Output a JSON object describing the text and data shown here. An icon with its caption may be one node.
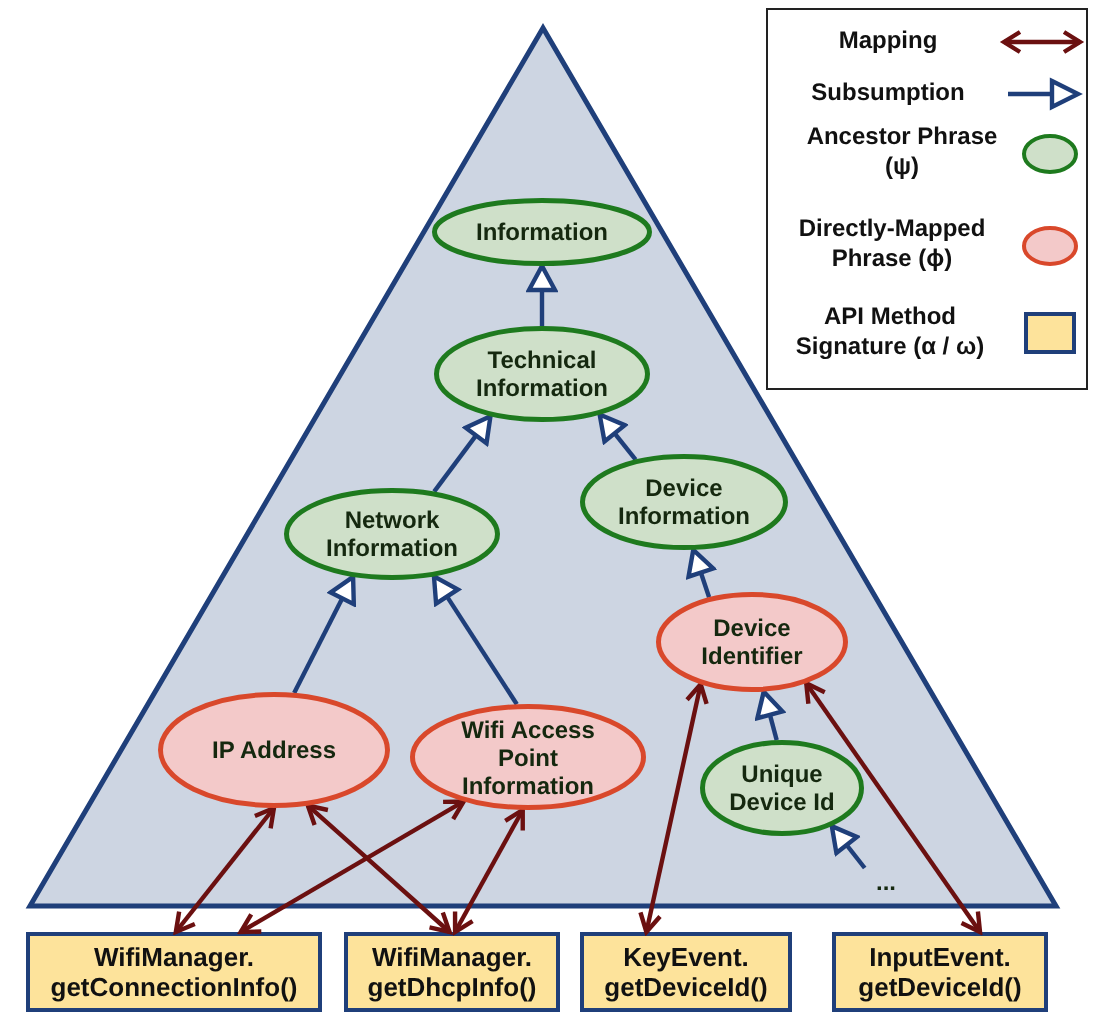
{
  "diagram": {
    "nodes": [
      {
        "text": [],
        "shape": "triangle"
      },
      {
        "text": [
          "Information"
        ],
        "in": 0
      },
      {
        "text": [
          "Technical Information"
        ],
        "in": 0
      },
      {
        "text": [
          "Network Information"
        ],
        "in": 0
      },
      {
        "text": [
          "Device Information"
        ],
        "in": 0
      },
      {
        "text": [
          "Device Identifier"
        ],
        "in": 0
      },
      {
        "text": [
          "IP Address"
        ],
        "in": 0
      },
      {
        "text": [
          "Wifi Access Point Information"
        ],
        "in": 0
      },
      {
        "text": [
          "Unique Device Id"
        ],
        "in": 0
      },
      {
        "text": [
          "..."
        ],
        "in": 0
      },
      {
        "text": [
          "WifiManager. getConnectionInfo()"
        ]
      },
      {
        "text": [
          "WifiManager. getDhcpInfo()"
        ]
      },
      {
        "text": [
          "KeyEvent. getDeviceId()"
        ]
      },
      {
        "text": [
          "InputEvent. getDeviceId()"
        ]
      }
    ],
    "edges": [
      {
        "from": 2,
        "to": 1,
        "arrow": "to"
      },
      {
        "from": 3,
        "to": 2,
        "arrow": "to"
      },
      {
        "from": 4,
        "to": 2,
        "arrow": "to"
      },
      {
        "from": 6,
        "to": 3,
        "arrow": "to"
      },
      {
        "from": 7,
        "to": 3,
        "arrow": "to"
      },
      {
        "from": 5,
        "to": 4,
        "arrow": "to"
      },
      {
        "from": 8,
        "to": 5,
        "arrow": "to"
      },
      {
        "from": 9,
        "to": 8,
        "arrow": "to"
      },
      {
        "from": 6,
        "to": 10,
        "arrow": "both",
        "color": "#6b1010"
      },
      {
        "from": 6,
        "to": 11,
        "arrow": "both",
        "color": "#6b1010"
      },
      {
        "from": 7,
        "to": 10,
        "arrow": "both",
        "color": "#6b1010"
      },
      {
        "from": 7,
        "to": 11,
        "arrow": "both",
        "color": "#6b1010"
      },
      {
        "from": 5,
        "to": 12,
        "arrow": "both",
        "color": "#6b1010"
      },
      {
        "from": 5,
        "to": 13,
        "arrow": "both",
        "color": "#6b1010"
      }
    ],
    "legend": [
      {
        "text": "Mapping"
      },
      {
        "text": "Subsumption"
      },
      {
        "text": "Ancestor Phrase (ψ)",
        "color": "#cfe0c9"
      },
      {
        "text": "Directly-Mapped Phrase (ϕ)",
        "color": "#f3c9c9"
      },
      {
        "text": "API Method Signature (α / ω)",
        "color": "#fde39b"
      }
    ]
  }
}
